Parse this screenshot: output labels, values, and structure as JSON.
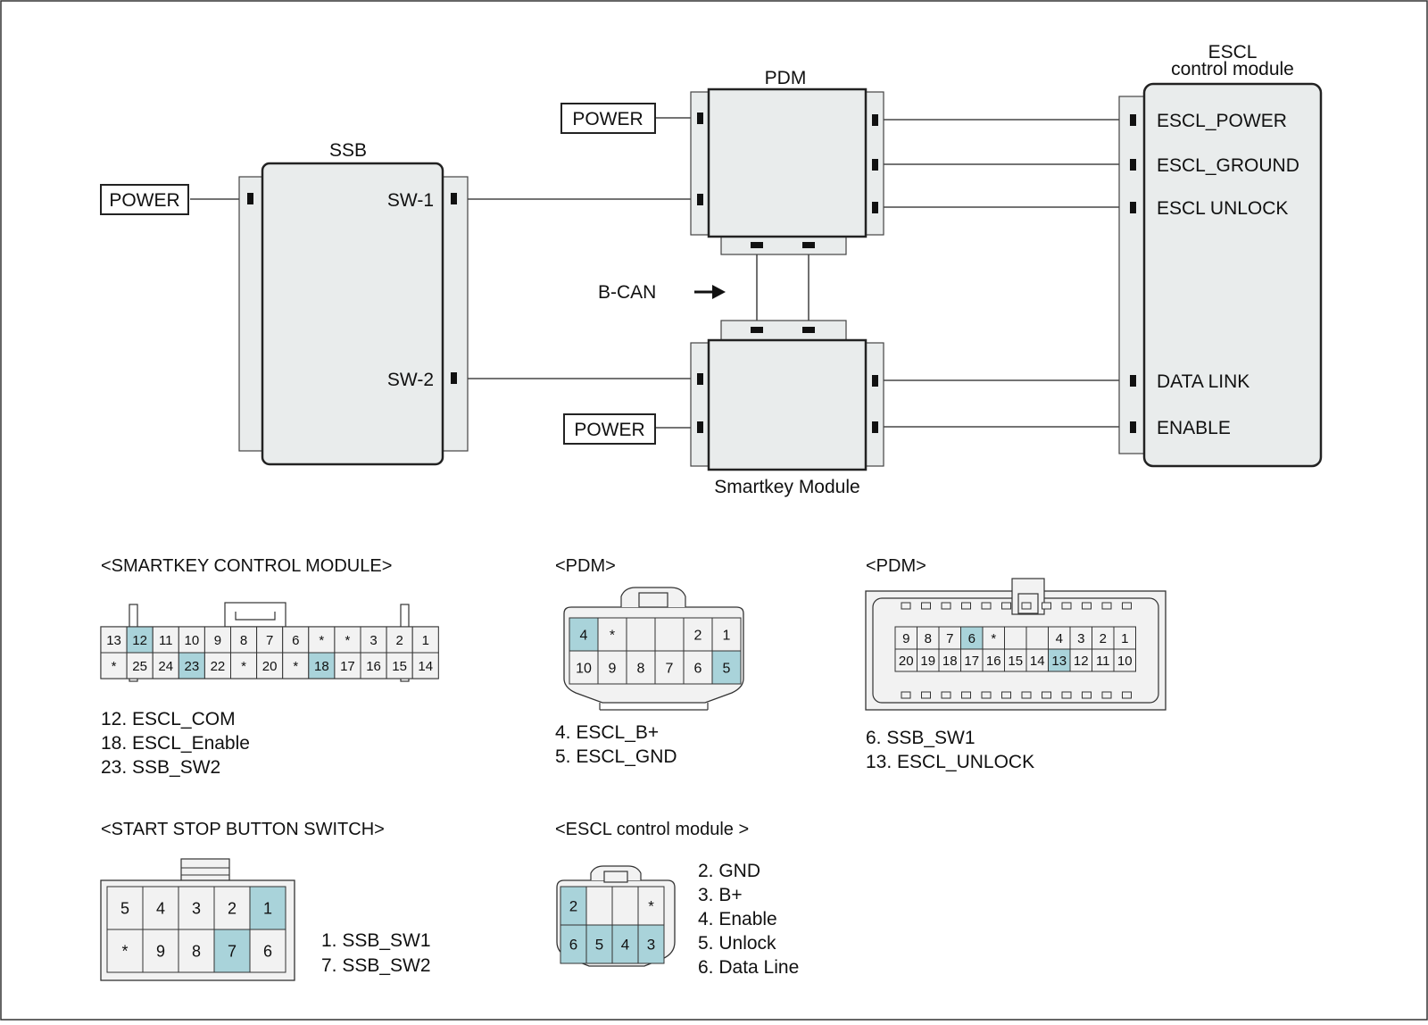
{
  "colors": {
    "module_fill": "#e9ecec",
    "module_stroke": "#222222",
    "pin_highlight": "#a9d3da",
    "pin_fill": "#f2f2f2",
    "wire": "#222222"
  },
  "diagram": {
    "ssb": {
      "title": "SSB",
      "power": "POWER",
      "sw1": "SW-1",
      "sw2": "SW-2"
    },
    "pdm": {
      "title": "PDM",
      "power": "POWER"
    },
    "smartkey": {
      "title": "Smartkey Module",
      "power": "POWER"
    },
    "bcan": "B-CAN",
    "escl": {
      "title_line1": "ESCL",
      "title_line2": "control module",
      "pins": [
        "ESCL_POWER",
        "ESCL_GROUND",
        "ESCL UNLOCK",
        "DATA LINK",
        "ENABLE"
      ]
    }
  },
  "connectors": {
    "smartkey": {
      "title": "<SMARTKEY CONTROL MODULE>",
      "row1": [
        "13",
        "12",
        "11",
        "10",
        "9",
        "8",
        "7",
        "6",
        "*",
        "*",
        "3",
        "2",
        "1"
      ],
      "row2": [
        "*",
        "25",
        "24",
        "23",
        "22",
        "*",
        "20",
        "*",
        "18",
        "17",
        "16",
        "15",
        "14"
      ],
      "highlight": [
        "12",
        "23",
        "18"
      ],
      "legend": [
        "12. ESCL_COM",
        "18. ESCL_Enable",
        "23. SSB_SW2"
      ]
    },
    "pdm_a": {
      "title": "<PDM>",
      "row1": [
        "4",
        "*",
        "",
        "",
        "2",
        "1"
      ],
      "row2": [
        "10",
        "9",
        "8",
        "7",
        "6",
        "5"
      ],
      "highlight": [
        "4",
        "5"
      ],
      "legend": [
        "4. ESCL_B+",
        "5. ESCL_GND"
      ]
    },
    "pdm_b": {
      "title": "<PDM>",
      "row1": [
        "9",
        "8",
        "7",
        "6",
        "*",
        "",
        "",
        "4",
        "3",
        "2",
        "1"
      ],
      "row2": [
        "20",
        "19",
        "18",
        "17",
        "16",
        "15",
        "14",
        "13",
        "12",
        "11",
        "10"
      ],
      "highlight": [
        "6",
        "13"
      ],
      "legend": [
        "6. SSB_SW1",
        "13. ESCL_UNLOCK"
      ]
    },
    "ssb": {
      "title": "<START STOP BUTTON SWITCH>",
      "row1": [
        "5",
        "4",
        "3",
        "2",
        "1"
      ],
      "row2": [
        "*",
        "9",
        "8",
        "7",
        "6"
      ],
      "highlight": [
        "1",
        "7"
      ],
      "legend": [
        "1. SSB_SW1",
        "7. SSB_SW2"
      ]
    },
    "escl": {
      "title": "<ESCL control module >",
      "row1": [
        "2",
        "",
        "",
        "*"
      ],
      "row2": [
        "6",
        "5",
        "4",
        "3"
      ],
      "highlight": [
        "2",
        "6",
        "5",
        "4",
        "3"
      ],
      "legend": [
        "2. GND",
        "3. B+",
        "4. Enable",
        "5. Unlock",
        "6. Data Line"
      ]
    }
  }
}
